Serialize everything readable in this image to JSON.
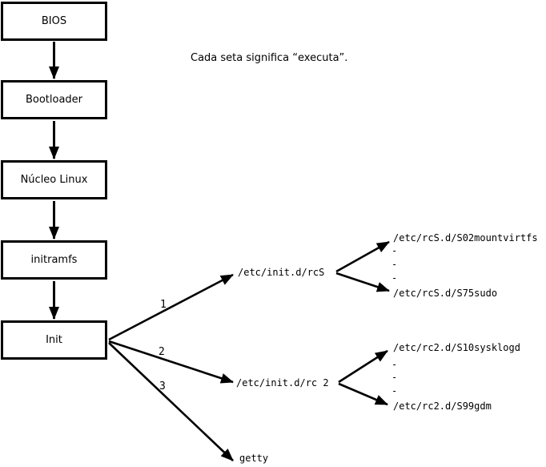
{
  "note": "Cada seta significa “executa”.",
  "chain": [
    {
      "label": "BIOS"
    },
    {
      "label": "Bootloader"
    },
    {
      "label": "Núcleo Linux"
    },
    {
      "label": "initramfs"
    },
    {
      "label": "Init"
    }
  ],
  "fanout": [
    {
      "order": "1",
      "target": "/etc/init.d/rcS"
    },
    {
      "order": "2",
      "target": "/etc/init.d/rc 2"
    },
    {
      "order": "3",
      "target": "getty"
    }
  ],
  "rcS_branch": {
    "first": "/etc/rcS.d/S02mountvirtfs",
    "dots": [
      "-",
      "-",
      "-"
    ],
    "last": "/etc/rcS.d/S75sudo"
  },
  "rc2_branch": {
    "first": "/etc/rc2.d/S10sysklogd",
    "dots": [
      "-",
      "-",
      "-"
    ],
    "last": "/etc/rc2.d/S99gdm"
  },
  "colors": {
    "ink": "#000000",
    "background": "#ffffff"
  }
}
